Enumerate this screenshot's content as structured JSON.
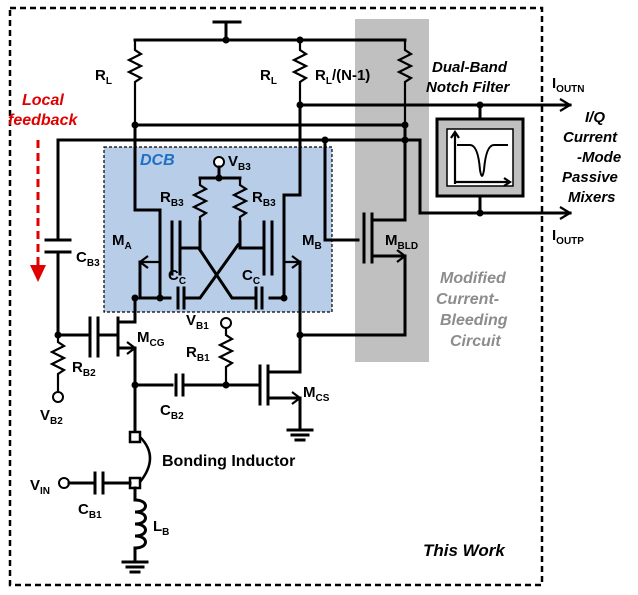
{
  "labels": {
    "rl_left": "R",
    "rl_left_sub": "L",
    "rl_mid": "R",
    "rl_mid_sub": "L",
    "rl_n": "R",
    "rl_n_sub": "L",
    "rl_n_rest": "/(N-1)",
    "local_feedback_1": "Local",
    "local_feedback_2": "feedback",
    "dcb": "DCB",
    "vb3": "V",
    "vb3_sub": "B3",
    "rb3_left": "R",
    "rb3_left_sub": "B3",
    "rb3_right": "R",
    "rb3_right_sub": "B3",
    "ma": "M",
    "ma_sub": "A",
    "mb": "M",
    "mb_sub": "B",
    "mbld": "M",
    "mbld_sub": "BLD",
    "cb3": "C",
    "cb3_sub": "B3",
    "cc_left": "C",
    "cc_left_sub": "C",
    "cc_right": "C",
    "cc_right_sub": "C",
    "vb1": "V",
    "vb1_sub": "B1",
    "mcg": "M",
    "mcg_sub": "CG",
    "rb1": "R",
    "rb1_sub": "B1",
    "rb2": "R",
    "rb2_sub": "B2",
    "vb2": "V",
    "vb2_sub": "B2",
    "cb2": "C",
    "cb2_sub": "B2",
    "mcs": "M",
    "mcs_sub": "CS",
    "bonding_inductor": "Bonding Inductor",
    "vin": "V",
    "vin_sub": "IN",
    "cb1": "C",
    "cb1_sub": "B1",
    "lb": "L",
    "lb_sub": "B",
    "notch_1": "Dual-Band",
    "notch_2": "Notch Filter",
    "ioutn": "I",
    "ioutn_sub": "OUTN",
    "ioutp": "I",
    "ioutp_sub": "OUTP",
    "mixer_1": "I/Q",
    "mixer_2": "Current",
    "mixer_3": "-Mode",
    "mixer_4": "Passive",
    "mixer_5": "Mixers",
    "bleed_1": "Modified",
    "bleed_2": "Current-",
    "bleed_3": "Bleeding",
    "bleed_4": "Circuit",
    "this_work": "This Work"
  },
  "colors": {
    "feedback_red": "#e00000",
    "dcb_box_fill": "#b8cde8",
    "dcb_text_blue": "#1f6fc4",
    "bleed_box_fill": "#c0c0c0",
    "bleed_text_gray": "#8c8c8c",
    "notch_box_fill": "#c0c0c0"
  }
}
